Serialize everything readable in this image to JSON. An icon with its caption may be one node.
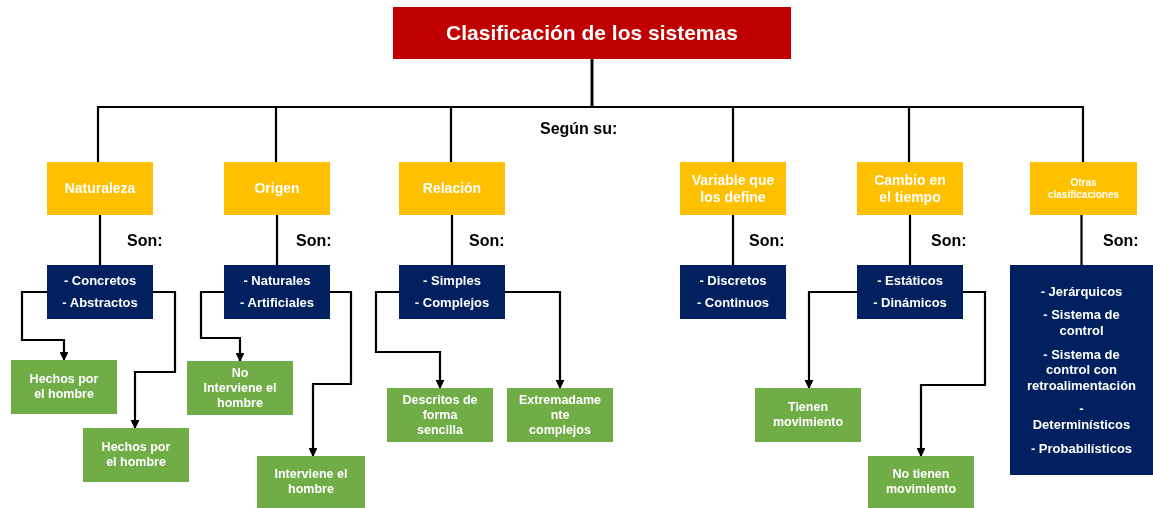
{
  "diagram": {
    "nodes": [
      {
        "text": [
          "Clasificación de los sistemas"
        ]
      },
      {
        "text": [
          "Naturaleza"
        ]
      },
      {
        "text": [
          "Origen"
        ]
      },
      {
        "text": [
          "Relación"
        ]
      },
      {
        "text": [
          "Variable que los define"
        ]
      },
      {
        "text": [
          "Cambio en el tiempo"
        ]
      },
      {
        "text": [
          "Otras clasificaciones"
        ]
      },
      {
        "text": [
          "- Concretos",
          "- Abstractos"
        ]
      },
      {
        "text": [
          "- Naturales",
          "- Artificiales"
        ]
      },
      {
        "text": [
          "- Simples",
          "- Complejos"
        ]
      },
      {
        "text": [
          "- Discretos",
          "- Continuos"
        ]
      },
      {
        "text": [
          "- Estáticos",
          "- Dinámicos"
        ]
      },
      {
        "text": [
          "- Jerárquicos",
          "- Sistema de control",
          "- Sistema de control con retroalimentación",
          "- Determinísticos",
          "- Probabilísticos"
        ]
      },
      {
        "text": [
          "Hechos por el hombre"
        ]
      },
      {
        "text": [
          "Hechos por el hombre"
        ]
      },
      {
        "text": [
          "No Interviene el hombre"
        ]
      },
      {
        "text": [
          "Interviene el hombre"
        ]
      },
      {
        "text": [
          "Descritos de forma sencilla"
        ]
      },
      {
        "text": [
          "Extremadame nte complejos"
        ]
      },
      {
        "text": [
          "Tienen movimiento"
        ]
      },
      {
        "text": [
          "No tienen movimiento"
        ]
      }
    ],
    "edges": [
      {
        "from": 0,
        "to": 1,
        "arrow": "none"
      },
      {
        "from": 0,
        "to": 2,
        "arrow": "none"
      },
      {
        "from": 0,
        "to": 3,
        "arrow": "none"
      },
      {
        "from": 0,
        "to": 4,
        "arrow": "none"
      },
      {
        "from": 0,
        "to": 5,
        "arrow": "none"
      },
      {
        "from": 0,
        "to": 6,
        "arrow": "none"
      },
      {
        "from": 1,
        "to": 7,
        "arrow": "none"
      },
      {
        "from": 2,
        "to": 8,
        "arrow": "none"
      },
      {
        "from": 3,
        "to": 9,
        "arrow": "none"
      },
      {
        "from": 4,
        "to": 10,
        "arrow": "none"
      },
      {
        "from": 5,
        "to": 11,
        "arrow": "none"
      },
      {
        "from": 6,
        "to": 12,
        "arrow": "none"
      },
      {
        "from": 7,
        "to": 13,
        "arrow": "to"
      },
      {
        "from": 7,
        "to": 14,
        "arrow": "to"
      },
      {
        "from": 8,
        "to": 15,
        "arrow": "to"
      },
      {
        "from": 8,
        "to": 16,
        "arrow": "to"
      },
      {
        "from": 9,
        "to": 17,
        "arrow": "to"
      },
      {
        "from": 9,
        "to": 18,
        "arrow": "to"
      },
      {
        "from": 11,
        "to": 19,
        "arrow": "to"
      },
      {
        "from": 11,
        "to": 20,
        "arrow": "to"
      }
    ],
    "labels": [
      "Según su:",
      "Son:",
      "Son:",
      "Son:",
      "Son:",
      "Son:",
      "Son:"
    ]
  }
}
